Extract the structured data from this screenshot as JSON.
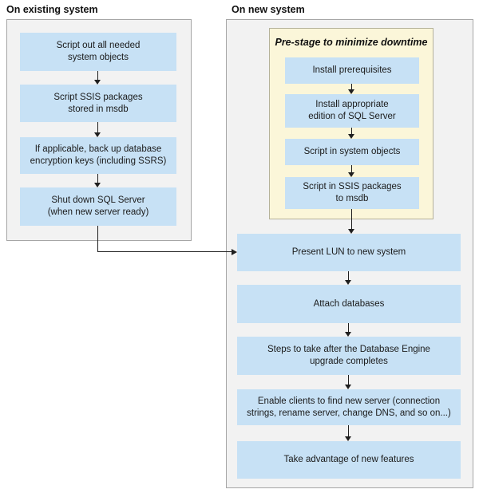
{
  "diagram": {
    "left_panel": {
      "title": "On existing system",
      "steps": [
        "Script out all needed\nsystem objects",
        "Script SSIS packages\nstored in msdb",
        "If applicable, back up database\nencryption keys (including SSRS)",
        "Shut down SQL Server\n(when new server ready)"
      ]
    },
    "right_panel": {
      "title": "On new system",
      "pre_stage": {
        "title": "Pre-stage to minimize downtime",
        "steps": [
          "Install prerequisites",
          "Install appropriate\nedition of SQL Server",
          "Script in system objects",
          "Script in SSIS packages\nto msdb"
        ]
      },
      "steps": [
        "Present LUN to new system",
        "Attach databases",
        "Steps to take after the Database Engine\nupgrade completes",
        "Enable clients to find new server (connection\nstrings, rename server, change DNS, and so on...)",
        "Take advantage of new features"
      ]
    },
    "colors": {
      "step_fill": "#c7e1f5",
      "prestage_fill": "#fbf6d9",
      "prestage_border": "#b5b29a",
      "panel_fill": "#f2f2f2",
      "panel_border": "#a6a6a6",
      "arrow": "#1f1f1f"
    }
  }
}
